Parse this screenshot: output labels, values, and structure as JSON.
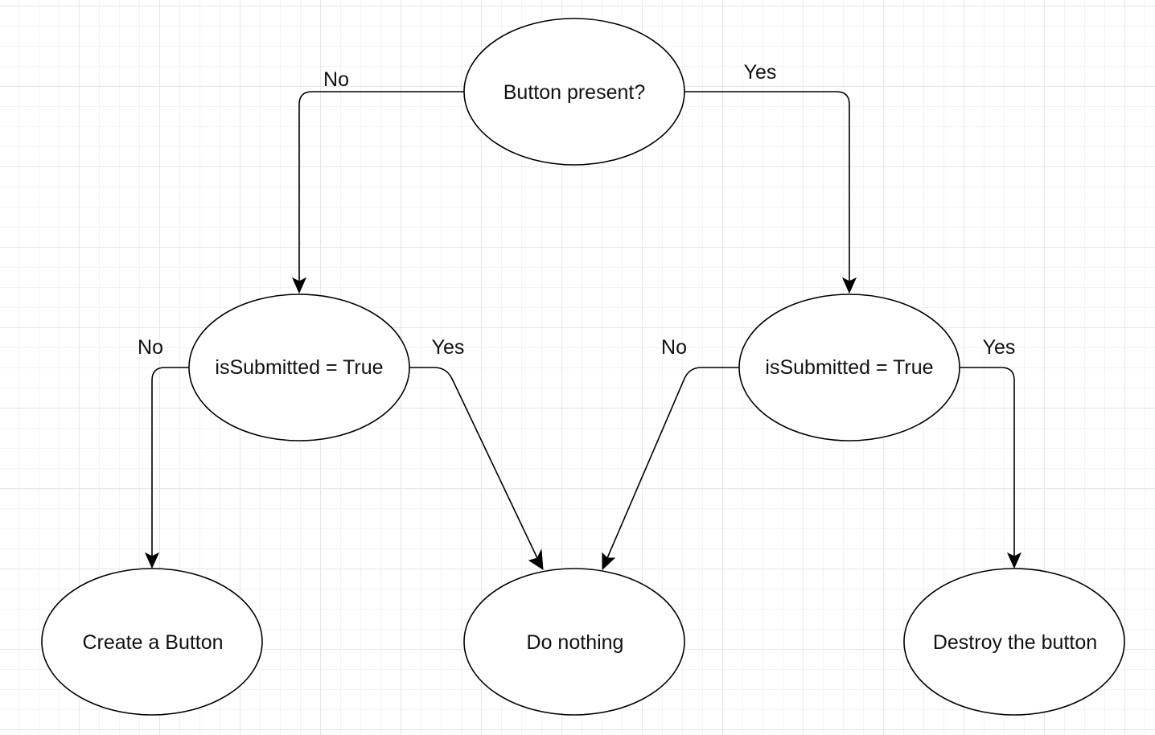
{
  "diagram": {
    "nodes": {
      "root": {
        "label": "Button present?"
      },
      "left_check": {
        "label": "isSubmitted = True"
      },
      "right_check": {
        "label": "isSubmitted = True"
      },
      "create": {
        "label": "Create a Button"
      },
      "nothing": {
        "label": "Do nothing"
      },
      "destroy": {
        "label": "Destroy the button"
      }
    },
    "edges": {
      "root_no": {
        "label": "No"
      },
      "root_yes": {
        "label": "Yes"
      },
      "left_no": {
        "label": "No"
      },
      "left_yes": {
        "label": "Yes"
      },
      "right_no": {
        "label": "No"
      },
      "right_yes": {
        "label": "Yes"
      }
    },
    "colors": {
      "stroke": "#000000",
      "fill": "#ffffff",
      "grid": "#e6e6e6"
    }
  }
}
